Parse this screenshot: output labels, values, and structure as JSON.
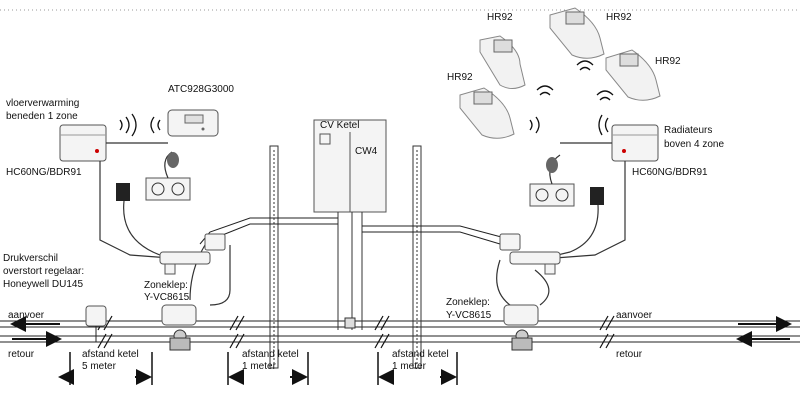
{
  "labels": {
    "hr92_1": "HR92",
    "hr92_2": "HR92",
    "hr92_3": "HR92",
    "hr92_4": "HR92",
    "atc": "ATC928G3000",
    "floor_line1": "vloerverwarming",
    "floor_line2": "beneden 1 zone",
    "cv_ketel": "CV Ketel",
    "cw4": "CW4",
    "rad_line1": "Radiateurs",
    "rad_line2": "boven 4 zone",
    "hc60_left": "HC60NG/BDR91",
    "hc60_right": "HC60NG/BDR91",
    "druk_line1": "Drukverschil",
    "druk_line2": "overstort regelaar:",
    "druk_line3": "Honeywell DU145",
    "zone_left_line1": "Zoneklep:",
    "zone_left_line2": "Y-VC8615",
    "zone_right_line1": "Zoneklep:",
    "zone_right_line2": "Y-VC8615",
    "aanvoer_left": "aanvoer",
    "retour_left": "retour",
    "aanvoer_right": "aanvoer",
    "retour_right": "retour",
    "afstand1_line1": "afstand ketel",
    "afstand1_line2": "5 meter",
    "afstand2_line1": "afstand ketel",
    "afstand2_line2": "1 meter",
    "afstand3_line1": "afstand ketel",
    "afstand3_line2": "1 meter"
  },
  "colors": {
    "line": "#222222",
    "device_fill": "#f4f4f4",
    "device_stroke": "#555555",
    "red_dot": "#cc0000"
  }
}
